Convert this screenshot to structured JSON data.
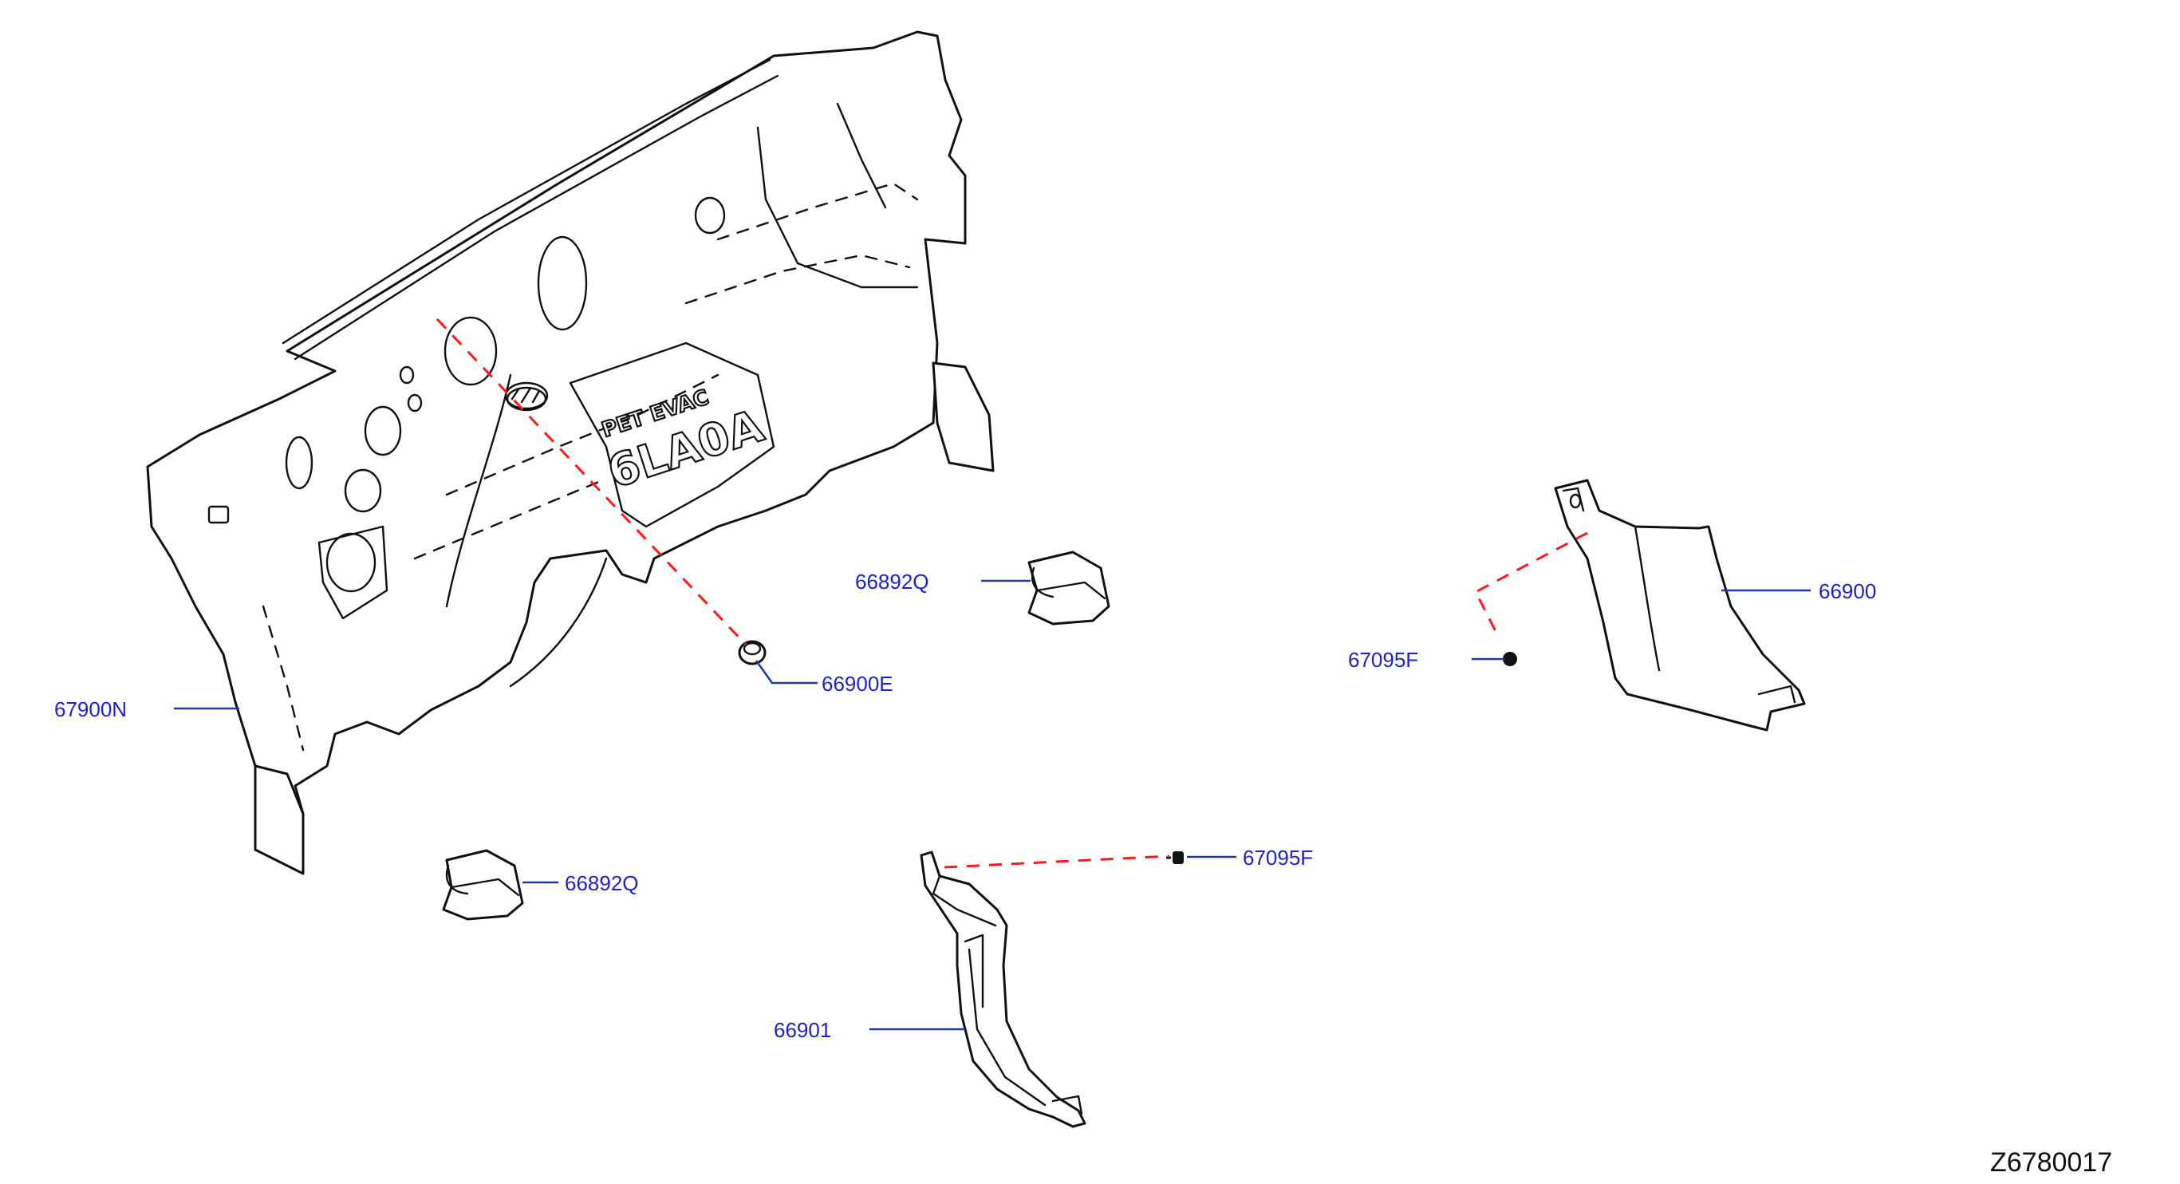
{
  "diagram": {
    "callouts": {
      "p67900N": "67900N",
      "p66900E": "66900E",
      "p66892Q_top": "66892Q",
      "p66892Q_bottom": "66892Q",
      "p66900": "66900",
      "p67095F_right": "67095F",
      "p67095F_middle": "67095F",
      "p66901": "66901"
    },
    "embossed_marks": {
      "line1": "PET EVAC",
      "line2": "6LA0A"
    },
    "drawing_number": "Z6780017"
  },
  "colors": {
    "callout_text": "#1f1fd0",
    "leader_line": "#1f3aa8",
    "reference_dash": "#ff1a1a",
    "outline": "#111111"
  }
}
